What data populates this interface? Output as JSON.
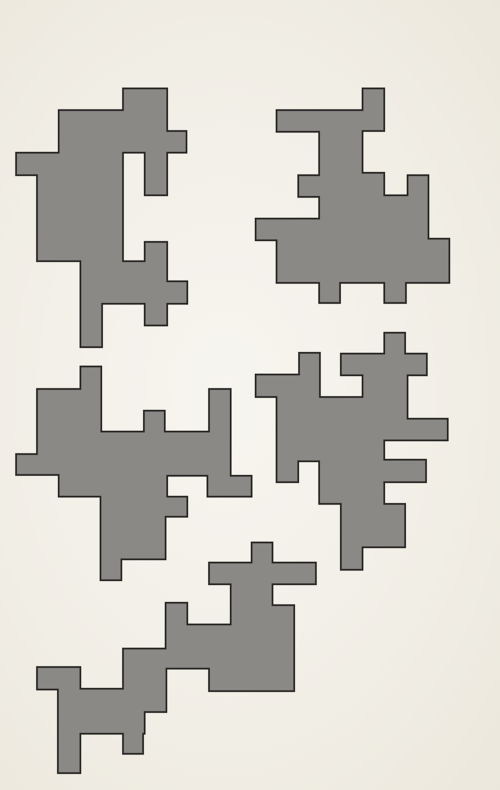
{
  "page": {
    "background": "#f4f1ea"
  },
  "shapes": {
    "fill": "#8a8986",
    "stroke": "#2c2b28",
    "count": 5,
    "items": [
      {
        "name": "polyomino-shape-top-left"
      },
      {
        "name": "polyomino-shape-top-right"
      },
      {
        "name": "polyomino-shape-middle-left"
      },
      {
        "name": "polyomino-shape-middle-right"
      },
      {
        "name": "polyomino-shape-bottom"
      }
    ]
  }
}
